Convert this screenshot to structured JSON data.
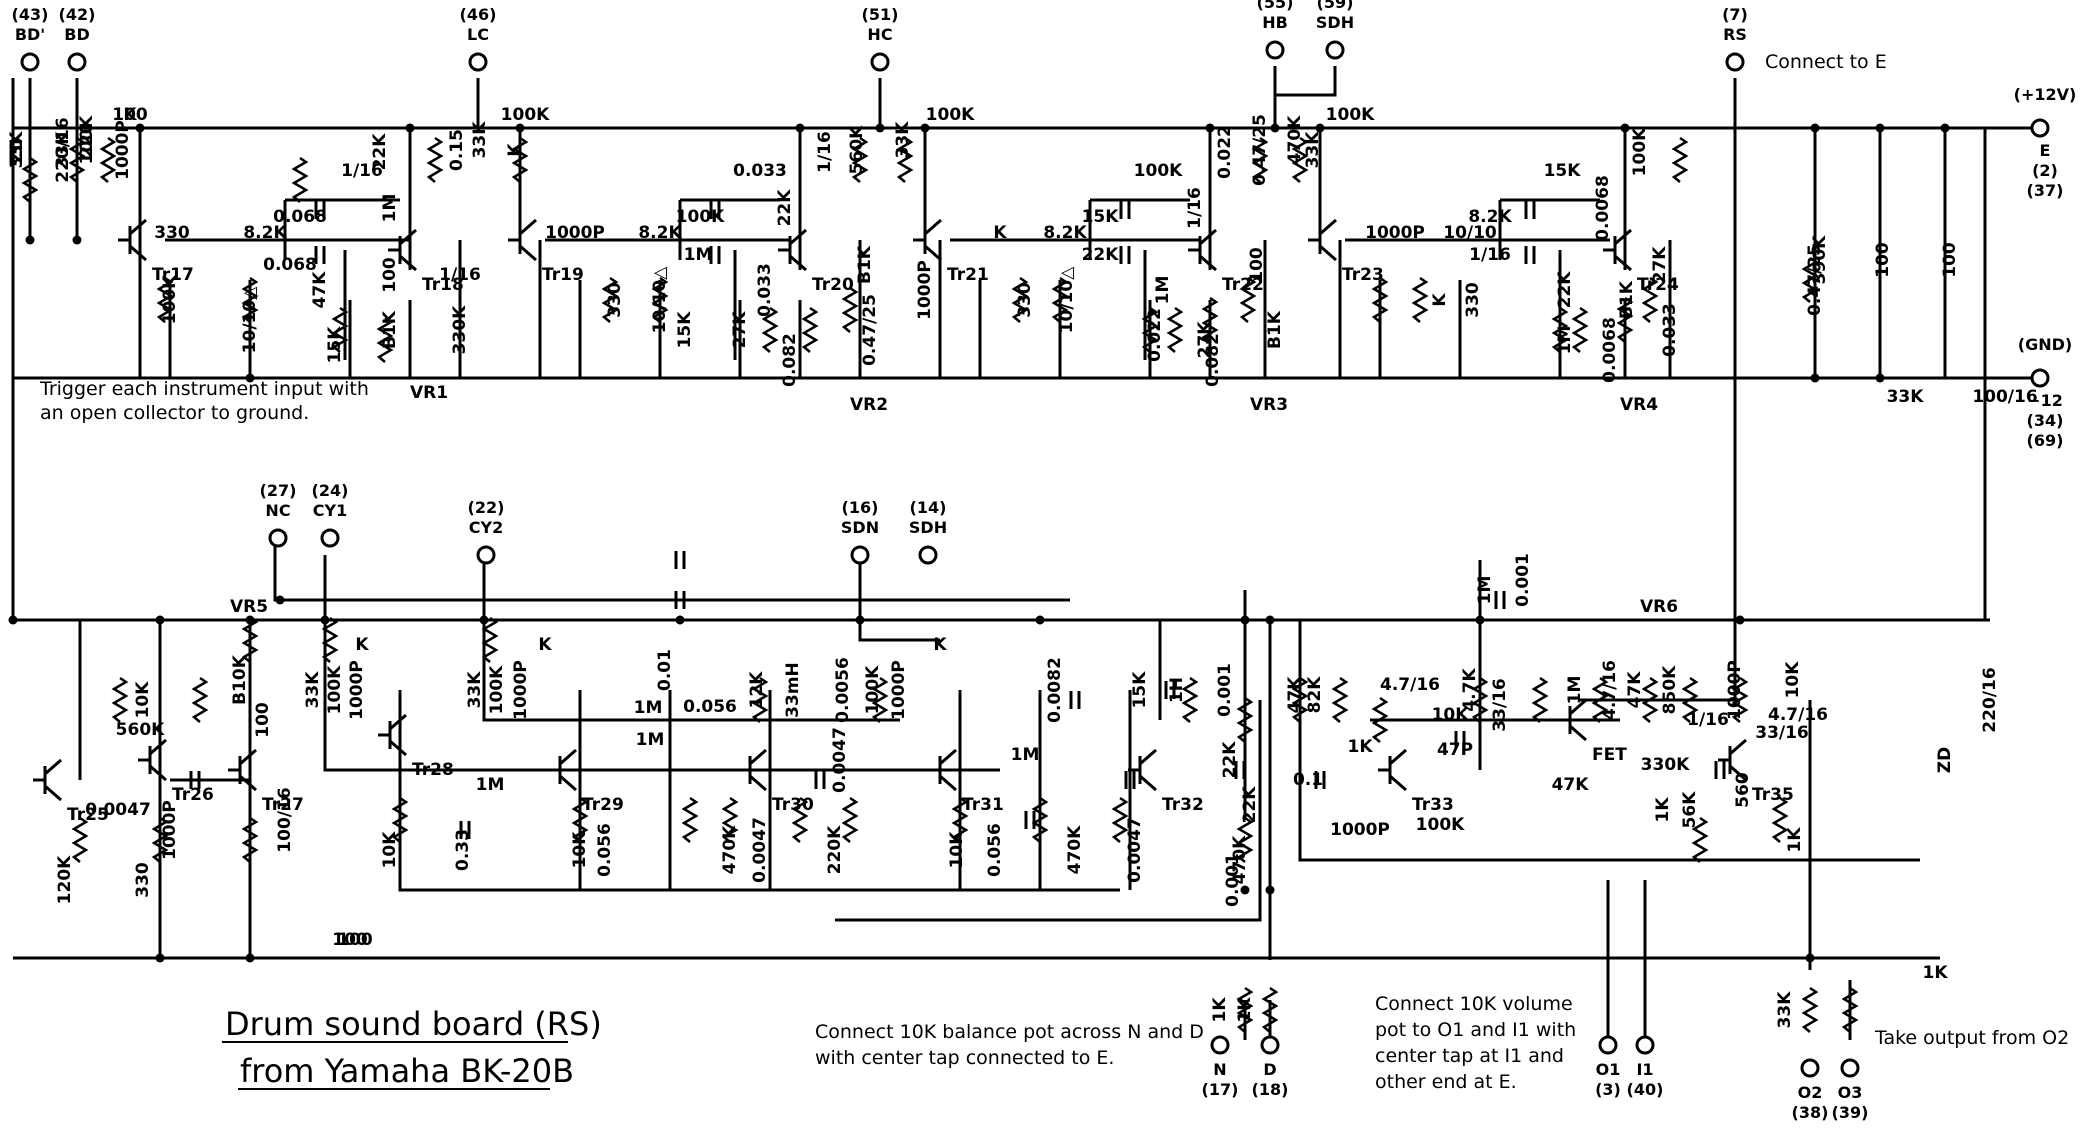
{
  "title": {
    "line1": "Drum sound board (RS)",
    "line2": "from Yamaha BK-20B"
  },
  "notes": {
    "trigger": [
      "Trigger each instrument input with",
      "an open collector to ground."
    ],
    "connect_e": "Connect to E",
    "balance": [
      "Connect 10K balance pot across N and D",
      "with center tap connected to E."
    ],
    "volume": [
      "Connect 10K volume",
      "pot to O1 and I1 with",
      "center tap at I1 and",
      "other end at E."
    ],
    "output": "Take output from O2"
  },
  "pins_top": [
    {
      "num": "(43)",
      "name": "BD'"
    },
    {
      "num": "(42)",
      "name": "BD"
    },
    {
      "num": "(46)",
      "name": "LC"
    },
    {
      "num": "(51)",
      "name": "HC"
    },
    {
      "num": "(55)",
      "name": "HB"
    },
    {
      "num": "(59)",
      "name": "SDH"
    },
    {
      "num": "(7)",
      "name": "RS"
    }
  ],
  "pins_mid": [
    {
      "num": "(27)",
      "name": "NC"
    },
    {
      "num": "(24)",
      "name": "CY1"
    },
    {
      "num": "(22)",
      "name": "CY2"
    },
    {
      "num": "(16)",
      "name": "SDN"
    },
    {
      "num": "(14)",
      "name": "SDH"
    }
  ],
  "pins_bottom": [
    {
      "name": "N",
      "num": "(17)"
    },
    {
      "name": "D",
      "num": "(18)"
    },
    {
      "name": "O1",
      "num": "(3)"
    },
    {
      "name": "I1",
      "num": "(40)"
    },
    {
      "name": "O2",
      "num": "(38)"
    },
    {
      "name": "O3",
      "num": "(39)"
    }
  ],
  "rails": {
    "v12": "(+12V)",
    "e": "E",
    "e_num1": "(2)",
    "e_num2": "(37)",
    "gnd": "(GND)",
    "neg12": "−12",
    "gnd_num1": "(34)",
    "gnd_num2": "(69)"
  },
  "transistors": [
    "Tr17",
    "Tr18",
    "Tr19",
    "Tr20",
    "Tr21",
    "Tr22",
    "Tr23",
    "Tr24",
    "Tr25",
    "Tr26",
    "Tr27",
    "Tr28",
    "Tr29",
    "Tr30",
    "Tr31",
    "Tr32",
    "Tr33",
    "Tr35",
    "FET"
  ],
  "trimmers": [
    "VR1",
    "VR2",
    "VR3",
    "VR4",
    "VR5",
    "VR6"
  ],
  "components_top": [
    "33K",
    "33K",
    "100K",
    "K",
    "1000P",
    "330",
    "8.2K",
    "0.068",
    "1/16",
    "22K",
    "1M",
    "0.068",
    "47K",
    "100",
    "B1K",
    "1/16",
    "330K",
    "100K",
    "10/10△",
    "15K",
    "0.15",
    "33K",
    "100K",
    "K",
    "1000P",
    "330",
    "10/10△",
    "8.2K",
    "15K",
    "100K",
    "0.033",
    "1/16",
    "22K",
    "1M",
    "0.033",
    "27K",
    "0.082",
    "B1K",
    "0.47/25",
    "560K",
    "33K",
    "1000P",
    "100K",
    "K",
    "330",
    "10/10△",
    "8.2K",
    "15K",
    "100K",
    "0.022",
    "1/16",
    "22K",
    "1M",
    "0.022",
    "27K",
    "0.082",
    "100",
    "B1K",
    "0.47/25",
    "470K",
    "33K",
    "100K",
    "1000P",
    "K",
    "330",
    "10/10",
    "8.2K",
    "15K",
    "100K",
    "0.0068",
    "1/16",
    "22K",
    "1M",
    "0.0068",
    "27K",
    "0.033",
    "B1K",
    "0.47/25",
    "390K",
    "100",
    "100",
    "33K",
    "100/16",
    "ZD",
    "220/16",
    "220",
    "100"
  ],
  "components_bottom": [
    "B10K",
    "100",
    "100/16",
    "10K",
    "560K",
    "0.0047",
    "1000P",
    "330",
    "120K",
    "100",
    "33K",
    "100K",
    "1000P",
    "K",
    "1M",
    "10K",
    "0.33",
    "33K",
    "100K",
    "1000P",
    "K",
    "0.01",
    "1M",
    "1M",
    "0.056",
    "10K",
    "0.056",
    "470K",
    "0.0047",
    "12K",
    "33mH",
    "0.0056",
    "220K",
    "0.0047",
    "100K",
    "1000P",
    "K",
    "1M",
    "10K",
    "0.056",
    "470K",
    "0.0047",
    "0.0082",
    "15K",
    "1H",
    "0.001",
    "22K",
    "0.001",
    "470K",
    "22K",
    "47K",
    "82K",
    "4.7/16",
    "33/16",
    "4.7K",
    "10K",
    "47P",
    "1K",
    "0.1",
    "1000P",
    "100K",
    "1M",
    "0.001",
    "47K",
    "1M",
    "4.7/16",
    "47K",
    "850K",
    "330K",
    "1/16",
    "1K",
    "56K",
    "1000P",
    "10K",
    "33/16",
    "560",
    "4.7/16",
    "1K",
    "220/16",
    "ZD",
    "1K",
    "1K",
    "1K",
    "33K",
    "100"
  ]
}
